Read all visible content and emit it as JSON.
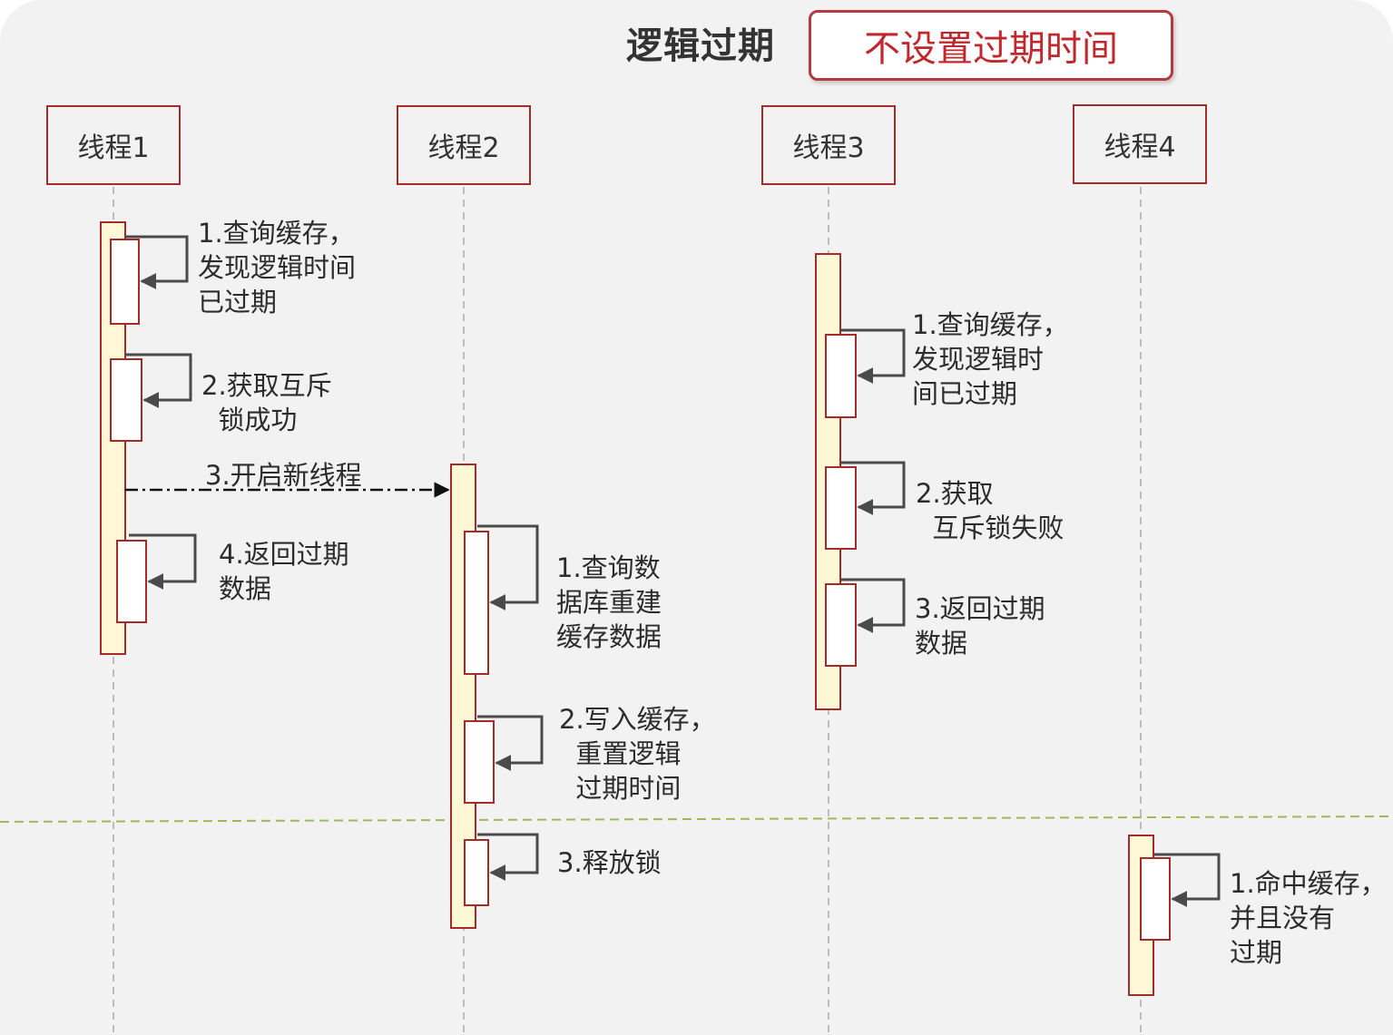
{
  "title": "逻辑过期",
  "badge": "不设置过期时间",
  "threads": [
    {
      "label": "线程1"
    },
    {
      "label": "线程2"
    },
    {
      "label": "线程3"
    },
    {
      "label": "线程4"
    }
  ],
  "thread1_steps": [
    "1.查询缓存，\n发现逻辑时间\n已过期",
    "2.获取互斥\n  锁成功",
    "3.开启新线程",
    "4.返回过期\n数据"
  ],
  "thread2_steps": [
    "1.查询数\n据库重建\n缓存数据",
    "2.写入缓存，\n  重置逻辑\n  过期时间",
    "3.释放锁"
  ],
  "thread3_steps": [
    "1.查询缓存，\n发现逻辑时\n间已过期",
    "2.获取\n  互斥锁失败",
    "3.返回过期\n数据"
  ],
  "thread4_steps": [
    "1.命中缓存，\n并且没有\n过期"
  ],
  "colors": {
    "lifeline_border": "#a52a2a",
    "activation_fill": "#fff7d6",
    "activation_border": "#a52a2a",
    "separator": "#9bbb59",
    "badge_text": "#c0282d"
  }
}
